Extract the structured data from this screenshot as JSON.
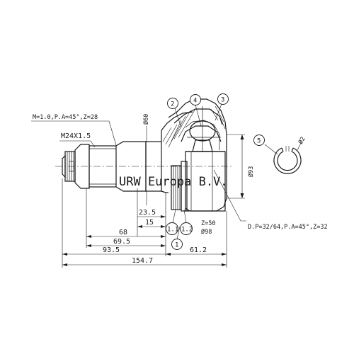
{
  "watermark": "URW Europa B.V.",
  "callouts": {
    "thread_spec": "M=1.0,P.A=45°,Z=28",
    "thread_size": "M24X1.5",
    "shaft_diameter": "Ø60",
    "bell_diameter": "Ø93",
    "spline_spec": "D.P=32/64,P.A=45°,Z=32",
    "abs_ring_teeth": "Z=50",
    "abs_ring_diameter": "Ø98",
    "clip_diameter": "Ø2"
  },
  "part_numbers": {
    "p1": "1",
    "p1_1": "1.1",
    "p1_2": "1.2",
    "p2": "2",
    "p3": "3",
    "p4": "4",
    "p5": "5"
  },
  "dimensions": {
    "d23_5": "23.5",
    "d15": "15",
    "d68": "68",
    "d69_5": "69.5",
    "d93_5": "93.5",
    "d61_2": "61.2",
    "d154_7": "154.7"
  }
}
